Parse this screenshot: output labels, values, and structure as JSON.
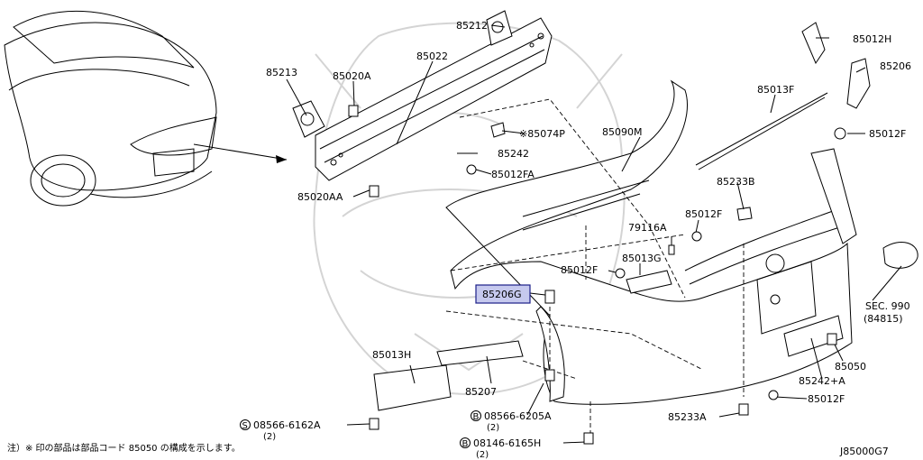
{
  "diagram_code": "J85000G7",
  "footnote": "注）※ 印の部品は部品コード 85050 の構成を示します。",
  "labels": {
    "p85212": "85212",
    "p85022": "85022",
    "p85213": "85213",
    "p85020A": "85020A",
    "p85020AA": "85020AA",
    "p85074P": "※85074P",
    "p85242": "85242",
    "p85012FA": "85012FA",
    "p85090M": "85090M",
    "p85013F": "85013F",
    "p85012H": "85012H",
    "p85206": "85206",
    "p85012F_right": "85012F",
    "p85233B": "85233B",
    "p79116A": "79116A",
    "p85012F_mid": "85012F",
    "p85013G": "85013G",
    "p85012F_left": "85012F",
    "p85206G": "85206G",
    "sec990": "SEC. 990",
    "sec990_ref": "(84815)",
    "p85013H": "85013H",
    "p85207": "85207",
    "p85050": "85050",
    "p85242A": "85242+A",
    "p85012F_bottom": "85012F",
    "p85233A": "85233A",
    "bolt_s": "S",
    "bolt_s_pn": "08566-6162A",
    "bolt_s_qty": "(2)",
    "bolt_b1": "B",
    "bolt_b1_pn": "08566-6205A",
    "bolt_b1_qty": "(2)",
    "bolt_b2": "B",
    "bolt_b2_pn": "08146-6165H",
    "bolt_b2_qty": "(2)"
  },
  "colors": {
    "highlight_fill": "#c6c9ee",
    "highlight_stroke": "#1b1f88",
    "line": "#000000",
    "watermark": "#d4d4d4"
  }
}
